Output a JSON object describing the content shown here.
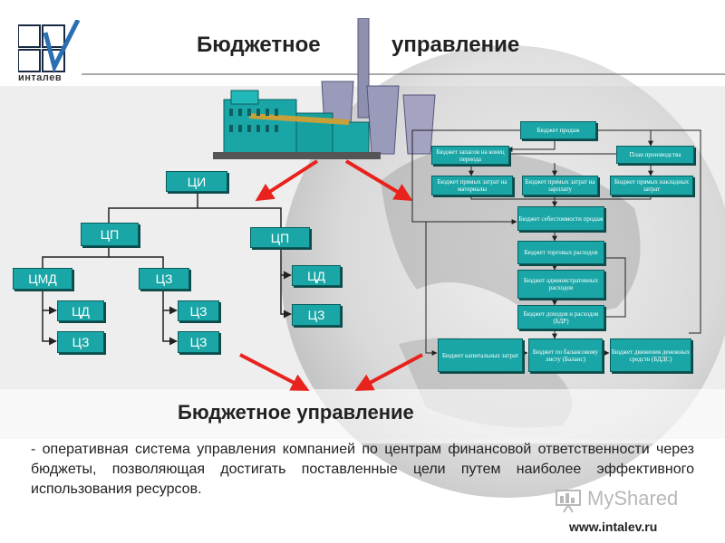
{
  "header": {
    "title_left": "Бюджетное",
    "title_right": "управление",
    "logo_text": "инталев"
  },
  "hierarchy": {
    "ci": "ЦИ",
    "cp_left": "ЦП",
    "cp_right": "ЦП",
    "cmd": "ЦМД",
    "cz_mid": "ЦЗ",
    "cd_a": "ЦД",
    "cz_a": "ЦЗ",
    "cz_b1": "ЦЗ",
    "cz_b2": "ЦЗ",
    "cd_r": "ЦД",
    "cz_r": "ЦЗ"
  },
  "budgets": {
    "sales": "Бюджет продаж",
    "stock": "Бюджет запасов на конец периода",
    "production": "План производства",
    "materials": "Бюджет прямых затрат на материалы",
    "salary": "Бюджет прямых затрат на зарплату",
    "overhead": "Бюджет прямых накладных затрат",
    "cost": "Бюджет себестоимости продаж",
    "commercial": "Бюджет торговых расходов",
    "admin": "Бюджет административных расходов",
    "bdr": "Бюджет доходов и расходов (БДР)",
    "capex": "Бюджет капитальных затрат",
    "balance": "Бюджет по балансовому листу (Баланс)",
    "cashflow": "Бюджет движения денежных средств (БДДС)"
  },
  "footer": {
    "subtitle": "Бюджетное управление",
    "description": "- оперативная система управления компанией по центрам финансовой ответственности через бюджеты, позволяющая достигать поставленные цели путем наиболее эффективного использования ресурсов.",
    "watermark": "MyShared",
    "url": "www.intalev.ru"
  },
  "colors": {
    "box": "#1aa6a6",
    "arrow": "#e8221c",
    "line": "#222222"
  }
}
